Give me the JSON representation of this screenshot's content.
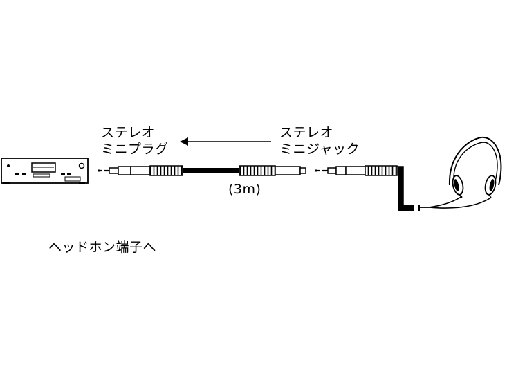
{
  "labels": {
    "plug_line1": "ステレオ",
    "plug_line2": "ミニプラグ",
    "jack_line1": "ステレオ",
    "jack_line2": "ミニジャック",
    "cable_length": "(3m)",
    "destination": "ヘッドホン端子へ"
  }
}
